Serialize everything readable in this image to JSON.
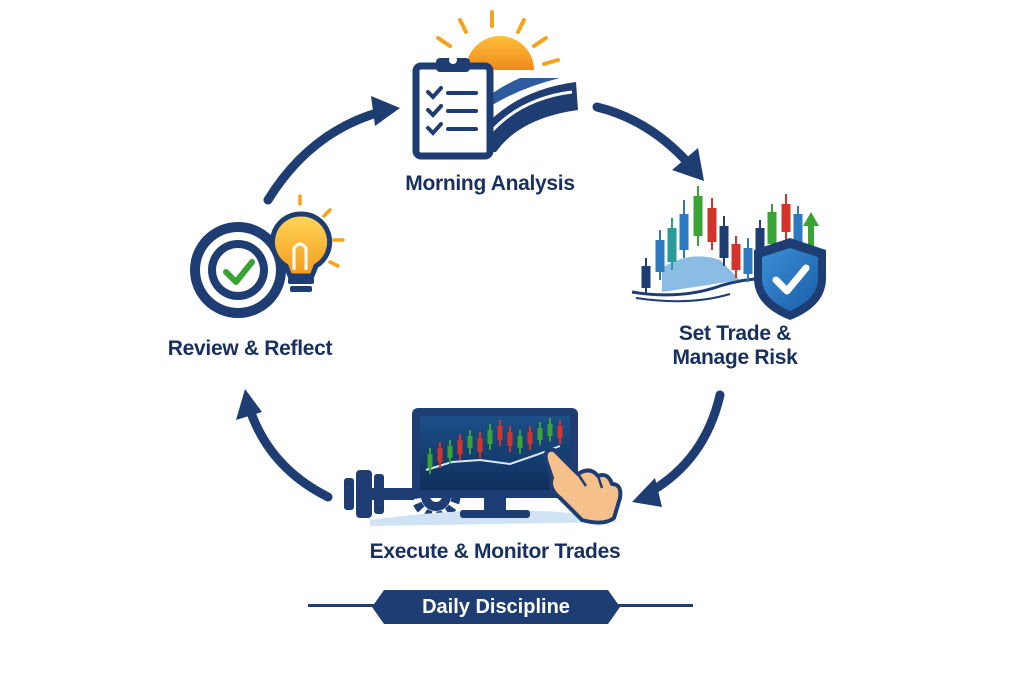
{
  "steps": {
    "morning": "Morning Analysis",
    "set_trade_line1": "Set Trade &",
    "set_trade_line2": "Manage Risk",
    "execute": "Execute & Monitor Trades",
    "review": "Review & Reflect"
  },
  "banner": "Daily Discipline",
  "icons": {
    "morning": [
      "sun-icon",
      "clipboard-checklist-icon",
      "road-icon"
    ],
    "set_trade": [
      "candlestick-chart-icon",
      "up-arrow-icon",
      "shield-check-icon"
    ],
    "execute": [
      "dumbbell-icon",
      "gear-icon",
      "monitor-chart-icon",
      "pointing-hand-icon"
    ],
    "review": [
      "target-check-icon",
      "lightbulb-icon"
    ]
  },
  "colors": {
    "navy": "#1e3d73",
    "green": "#3aa335",
    "red": "#d2342b",
    "orange": "#f5a623",
    "blue": "#2d7ac0"
  }
}
